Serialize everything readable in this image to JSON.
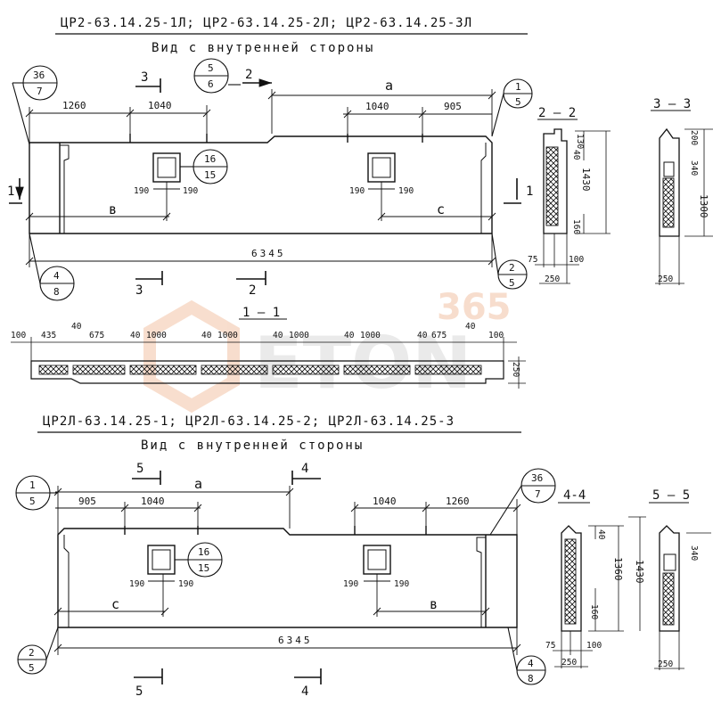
{
  "top_panel": {
    "title": "ЦР2-63.14.25-1Л; ЦР2-63.14.25-2Л; ЦР2-63.14.25-3Л",
    "subtitle": "Вид с внутренней стороны",
    "dims": {
      "d1260": "1260",
      "d1040a": "1040",
      "a": "a",
      "d1040b": "1040",
      "d905": "905",
      "b": "в",
      "c": "с",
      "d190a": "190",
      "d190b": "190",
      "d190c": "190",
      "d190d": "190",
      "total": "6345"
    },
    "bubbles": {
      "b36_7": [
        "36",
        "7"
      ],
      "b5_6": [
        "5",
        "6"
      ],
      "b1_5": [
        "1",
        "5"
      ],
      "b16_15": [
        "16",
        "15"
      ],
      "b4_8": [
        "4",
        "8"
      ],
      "b2_5": [
        "2",
        "5"
      ]
    },
    "section_marks": {
      "s1": "1",
      "s2": "2",
      "s3": "3"
    }
  },
  "section_2_2": {
    "label": "2 – 2",
    "dims": {
      "d130": "130",
      "d40": "40",
      "d1430": "1430",
      "d160": "160",
      "d75": "75",
      "d100": "100",
      "d250": "250"
    }
  },
  "section_3_3": {
    "label": "3 – 3",
    "dims": {
      "d200": "200",
      "d340": "340",
      "d1300": "1300",
      "d250": "250"
    }
  },
  "section_1_1": {
    "label": "1 — 1",
    "dims": [
      "100",
      "435",
      "40",
      "675",
      "40",
      "1000",
      "40",
      "1000",
      "40",
      "1000",
      "40",
      "1000",
      "40",
      "675",
      "40",
      "100"
    ],
    "height": "250"
  },
  "bottom_panel": {
    "title": "ЦР2Л-63.14.25-1; ЦР2Л-63.14.25-2; ЦР2Л-63.14.25-3",
    "subtitle": "Вид с внутренней стороны",
    "dims": {
      "d905": "905",
      "d1040a": "1040",
      "a": "a",
      "d1040b": "1040",
      "d1260": "1260",
      "c": "с",
      "b": "в",
      "d190a": "190",
      "d190b": "190",
      "d190c": "190",
      "d190d": "190",
      "total": "6345"
    },
    "bubbles": {
      "b1_5": [
        "1",
        "5"
      ],
      "b36_7": [
        "36",
        "7"
      ],
      "b16_15": [
        "16",
        "15"
      ],
      "b2_5": [
        "2",
        "5"
      ],
      "b4_8": [
        "4",
        "8"
      ]
    },
    "section_marks": {
      "s4": "4",
      "s5": "5"
    }
  },
  "section_4_4": {
    "label": "4-4",
    "dims": {
      "d40": "40",
      "d1360": "1360",
      "d1430": "1430",
      "d160": "160",
      "d75": "75",
      "d100": "100",
      "d250": "250"
    }
  },
  "section_5_5": {
    "label": "5 – 5",
    "dims": {
      "d340": "340",
      "d250": "250"
    }
  },
  "watermark": {
    "line1": "365",
    "line2": "ETON"
  },
  "colors": {
    "ink": "#111111",
    "watermark": "#f2c3a6",
    "watermark_gray": "#d9d9d9"
  }
}
